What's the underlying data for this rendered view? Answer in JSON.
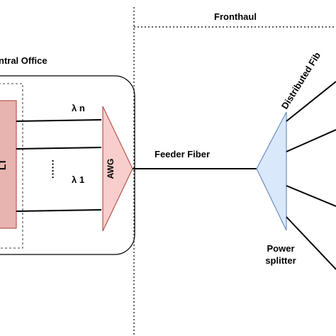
{
  "labels": {
    "fronthaul": "Fronthaul",
    "central_office": "ntral Office",
    "olt_fragment": "LT",
    "lambda_n": "λ n",
    "lambda_1": "λ 1",
    "dots": "······",
    "awg": "AWG",
    "feeder_fiber": "Feeder Fiber",
    "power_splitter_line1": "Power",
    "power_splitter_line2": "splitter",
    "distributed_fiber": "Distributed Fib"
  },
  "colors": {
    "olt_fill": "#e8b4b0",
    "olt_stroke": "#b85450",
    "awg_fill": "#f8cecc",
    "awg_stroke": "#b85450",
    "splitter_fill": "#dae8fc",
    "splitter_stroke": "#6c8ebf"
  }
}
